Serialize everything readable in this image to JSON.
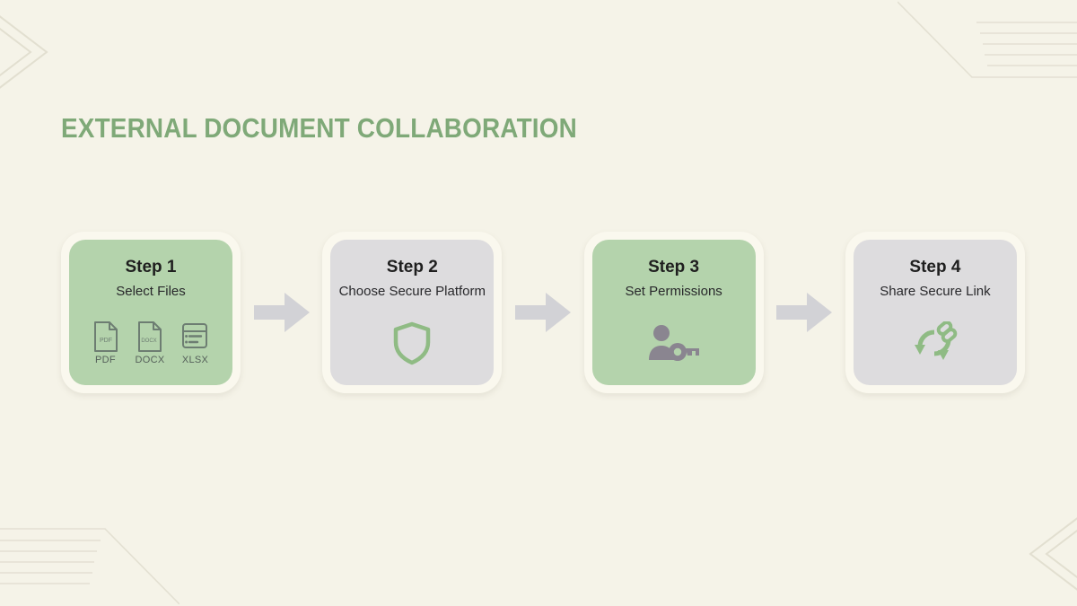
{
  "page": {
    "title": "EXTERNAL DOCUMENT COLLABORATION",
    "background_color": "#f5f3e8",
    "accent_green": "#7fa978",
    "card_green": "#b4d3ac",
    "card_grey": "#dddcde",
    "card_ring": "#faf8ee",
    "arrow_color": "#d2d2d6",
    "icon_green": "#8fbb84",
    "icon_grey": "#8a8590"
  },
  "steps": [
    {
      "title": "Step 1",
      "description": "Select Files",
      "theme": "green",
      "icon": "file-types-icon",
      "files": [
        {
          "label": "PDF",
          "icon": "pdf-file-icon"
        },
        {
          "label": "DOCX",
          "icon": "docx-file-icon"
        },
        {
          "label": "XLSX",
          "icon": "xlsx-file-icon"
        }
      ]
    },
    {
      "title": "Step 2",
      "description": "Choose Secure Platform",
      "theme": "grey",
      "icon": "shield-icon"
    },
    {
      "title": "Step 3",
      "description": "Set Permissions",
      "theme": "green",
      "icon": "user-key-icon"
    },
    {
      "title": "Step 4",
      "description": "Share Secure Link",
      "theme": "grey",
      "icon": "share-link-icon"
    }
  ],
  "connectors": [
    {
      "icon": "arrow-right-icon"
    },
    {
      "icon": "arrow-right-icon"
    },
    {
      "icon": "arrow-right-icon"
    }
  ],
  "decorations": [
    {
      "name": "corner-chevrons-top-left"
    },
    {
      "name": "corner-lines-top-right"
    },
    {
      "name": "corner-lines-bottom-left"
    },
    {
      "name": "corner-chevrons-bottom-right"
    }
  ]
}
